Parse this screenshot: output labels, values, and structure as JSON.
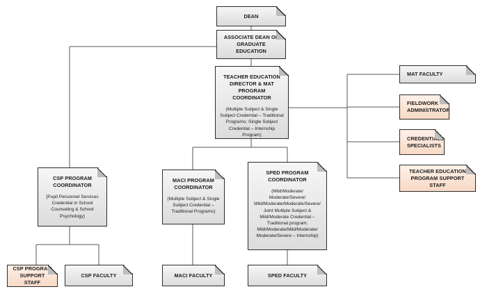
{
  "nodes": {
    "dean": {
      "title": "DEAN"
    },
    "assoc_dean": {
      "title": "ASSOCIATE DEAN OF GRADUATE EDUCATION"
    },
    "te_director": {
      "title": "TEACHER EDUCATION DIRECTOR & MAT PROGRAM COORDINATOR",
      "subtitle": "(Multiple Subject & Single Subject Credential – Traditional Programs; Single Subject Credential – Internship Program)"
    },
    "mat_faculty": {
      "title": "MAT FACULTY"
    },
    "fieldwork_admin": {
      "title": "FIELDWORK ADMINISTRATOR"
    },
    "credentials_specialists": {
      "title": "CREDENTIALS SPECIALISTS"
    },
    "te_support_staff": {
      "title": "TEACHER EDUCATION PROGRAM SUPPORT STAFF"
    },
    "csp_coordinator": {
      "title": "CSP PROGRAM COORDINATOR",
      "subtitle": "[Pupil Personnel Services Credential in School Counseling & School Psychology)"
    },
    "maci_coordinator": {
      "title": "MACI PROGRAM COORDINATOR",
      "subtitle": "(Multiple Subject & Single Subject Credential – Traditional Programs)"
    },
    "sped_coordinator": {
      "title": "SPED PROGRAM COORDINATOR",
      "subtitle": "(Mild/Moderate/ Moderate/Severe/ Mild/Moderate/Moderate/Severe/ Joint Multiple Subject & Mild/Moderate Credential – Traditional program; Mild/Moderate/Mild/Moderate/ Moderate/Severe – Internship)"
    },
    "csp_support_staff": {
      "title": "CSP PROGRAM SUPPORT STAFF"
    },
    "csp_faculty": {
      "title": "CSP FACULTY"
    },
    "maci_faculty": {
      "title": "MACI FACULTY"
    },
    "sped_faculty": {
      "title": "SPED FACULTY"
    }
  },
  "colors": {
    "standard_box": "#dcdcdc",
    "support_box": "#f7d9c6",
    "border": "#2b2b2b",
    "connector": "#555555"
  }
}
